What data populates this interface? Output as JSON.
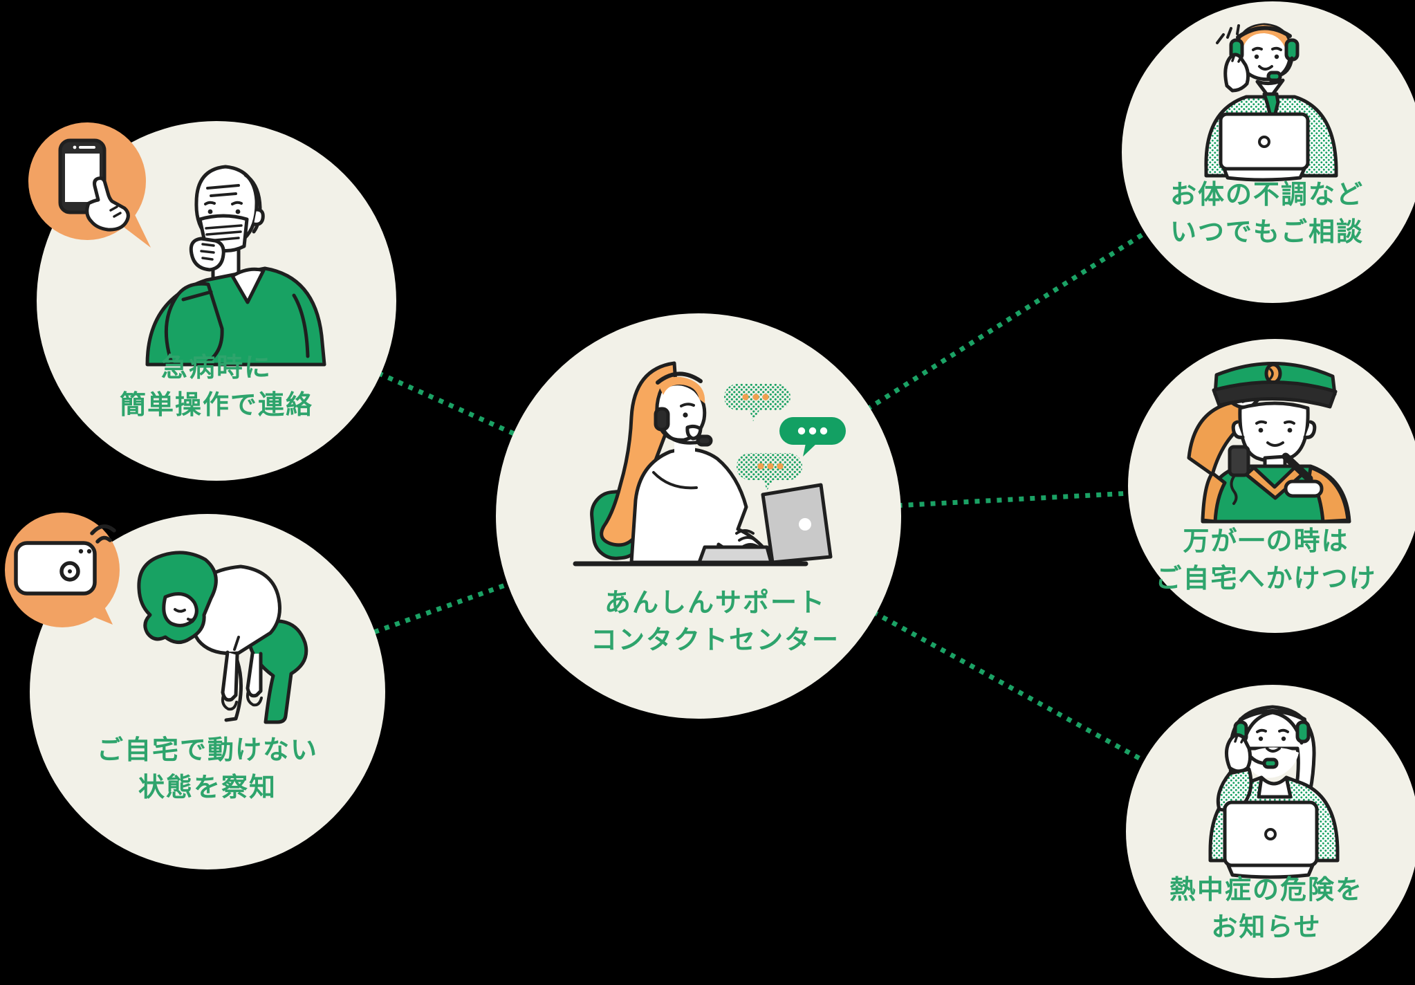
{
  "diagram": {
    "colors": {
      "background": "#000000",
      "node_fill": "#f2f1e8",
      "illustration_green": "#18a263",
      "text_green": "#2ea46c",
      "connector_green": "#1ba265",
      "badge_orange": "#f2a263",
      "hair_orange": "#f7a85e",
      "laptop_gray": "#c9c9c9"
    },
    "connectors": {
      "style": "dotted",
      "count": 5
    },
    "center_node": {
      "label_line1": "あんしんサポート",
      "label_line2": "コンタクトセンター",
      "illustration": "female-operator-with-headset-at-laptop",
      "speech_bubbles": [
        "halftone-chat-bubble",
        "solid-green-chat-bubble",
        "halftone-chat-bubble"
      ]
    },
    "left_nodes": [
      {
        "label_line1": "急病時に",
        "label_line2": "簡単操作で連絡",
        "illustration": "elderly-man-with-mask-thinking",
        "badge": "smartphone-tap-icon"
      },
      {
        "label_line1": "ご自宅で動けない",
        "label_line2": "状態を察知",
        "illustration": "woman-bent-over-unwell",
        "badge": "sensor-device-icon"
      }
    ],
    "right_nodes": [
      {
        "label_line1": "お体の不調など",
        "label_line2": "いつでもご相談",
        "illustration": "male-operator-with-headset-at-laptop"
      },
      {
        "label_line1": "万が一の時は",
        "label_line2": "ご自宅へかけつけ",
        "illustration": "security-guard-saluting"
      },
      {
        "label_line1": "熱中症の危険を",
        "label_line2": "お知らせ",
        "illustration": "female-operator-with-headset-at-laptop-2"
      }
    ]
  }
}
